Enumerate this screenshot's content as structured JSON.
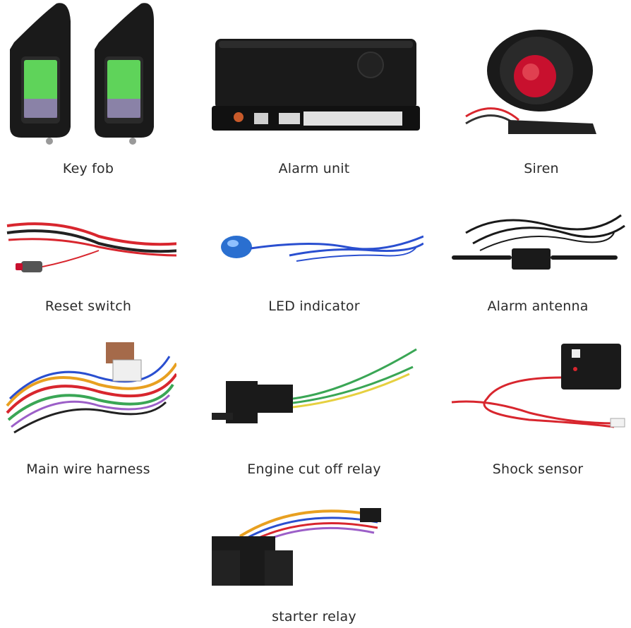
{
  "items": [
    {
      "name": "key-fob",
      "label": "Key fob"
    },
    {
      "name": "alarm-unit",
      "label": "Alarm unit"
    },
    {
      "name": "siren",
      "label": "Siren"
    },
    {
      "name": "reset-switch",
      "label": "Reset switch"
    },
    {
      "name": "led-indicator",
      "label": "LED indicator"
    },
    {
      "name": "alarm-antenna",
      "label": "Alarm antenna"
    },
    {
      "name": "main-wire-harness",
      "label": "Main wire harness"
    },
    {
      "name": "engine-cut-off-relay",
      "label": "Engine cut off relay"
    },
    {
      "name": "shock-sensor",
      "label": "Shock sensor"
    },
    {
      "name": "starter-relay",
      "label": "starter relay"
    }
  ],
  "colors": {
    "body_black": "#1a1a1a",
    "lcd_green": "#5fd35a",
    "siren_red": "#c8102e",
    "wire_red": "#d8262e",
    "wire_blue": "#2a4fd0",
    "wire_green": "#3aa655"
  }
}
